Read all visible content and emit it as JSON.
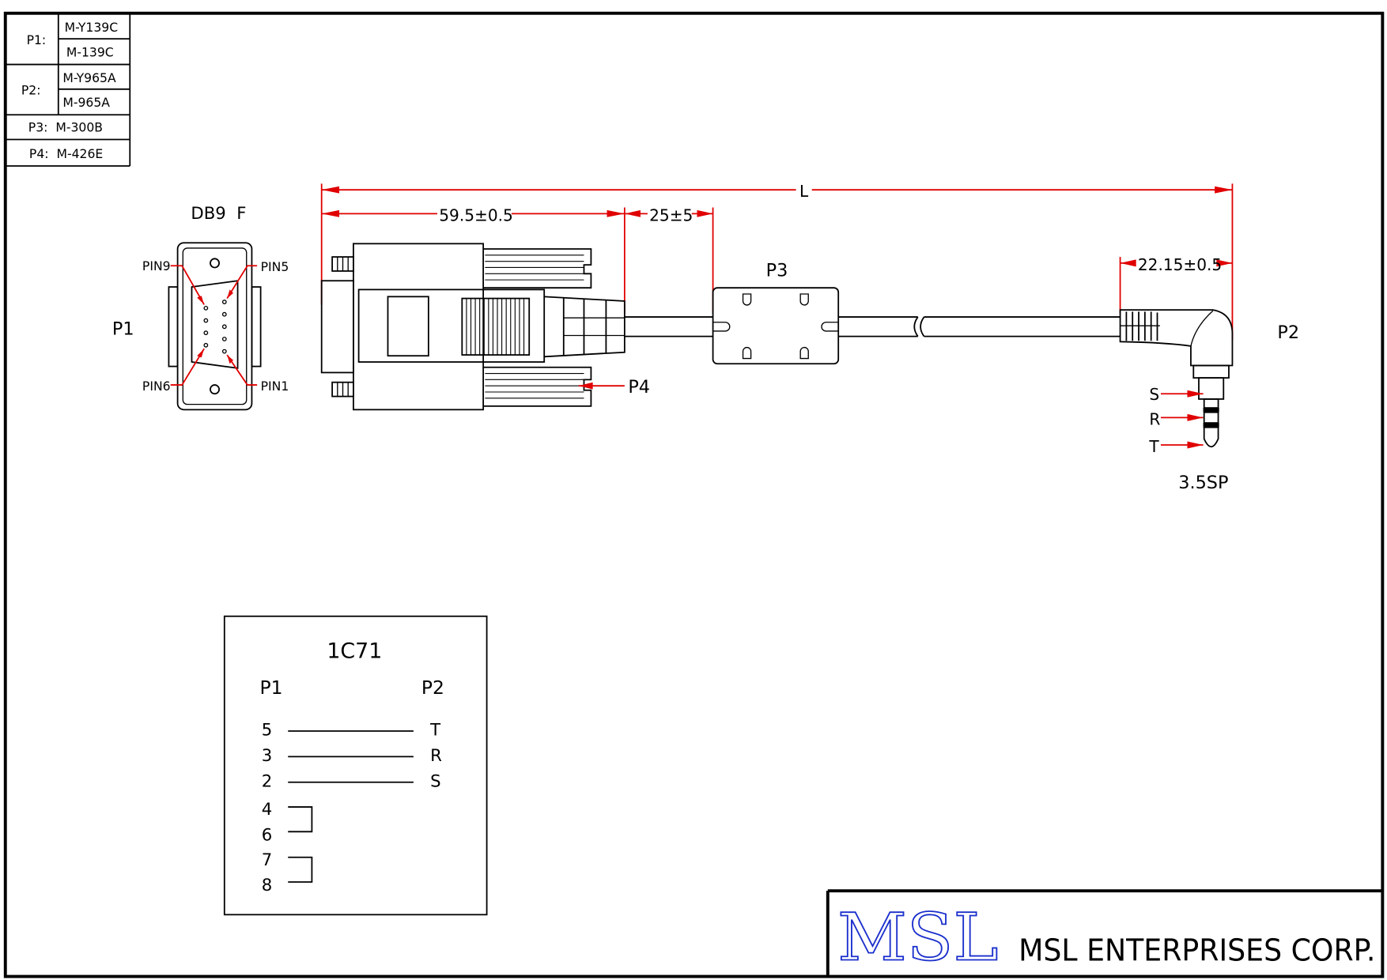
{
  "parts_table": {
    "p1_label": "P1:",
    "p1_part_a": "M-Y139C",
    "p1_part_b": "M-139C",
    "p2_label": "P2:",
    "p2_part_a": "M-Y965A",
    "p2_part_b": "M-965A",
    "p3_row": "P3:  M-300B",
    "p4_row": "P4:  M-426E"
  },
  "connector_db9": {
    "title": "DB9  F",
    "label": "P1",
    "pin9": "PIN9",
    "pin5": "PIN5",
    "pin6": "PIN6",
    "pin1": "PIN1"
  },
  "dimensions": {
    "overall": "L",
    "d1": "59.5±0.5",
    "d2": "25±5",
    "d3": "22.15±0.5"
  },
  "callouts": {
    "ferrite": "P3",
    "boot": "P4",
    "plug_end": "P2",
    "tip_s": "S",
    "tip_r": "R",
    "tip_t": "T",
    "plug_type": "3.5SP"
  },
  "wiring": {
    "title": "1C71",
    "left_header": "P1",
    "right_header": "P2",
    "connections": [
      {
        "from": "5",
        "to": "T"
      },
      {
        "from": "3",
        "to": "R"
      },
      {
        "from": "2",
        "to": "S"
      }
    ],
    "jumpers": [
      {
        "a": "4",
        "b": "6"
      },
      {
        "a": "7",
        "b": "8"
      }
    ]
  },
  "title_block": {
    "logo": "MSL",
    "company": "MSL ENTERPRISES CORP."
  },
  "colors": {
    "line": "#000000",
    "dimension": "#e00000",
    "logo": "#1a2fcc"
  }
}
